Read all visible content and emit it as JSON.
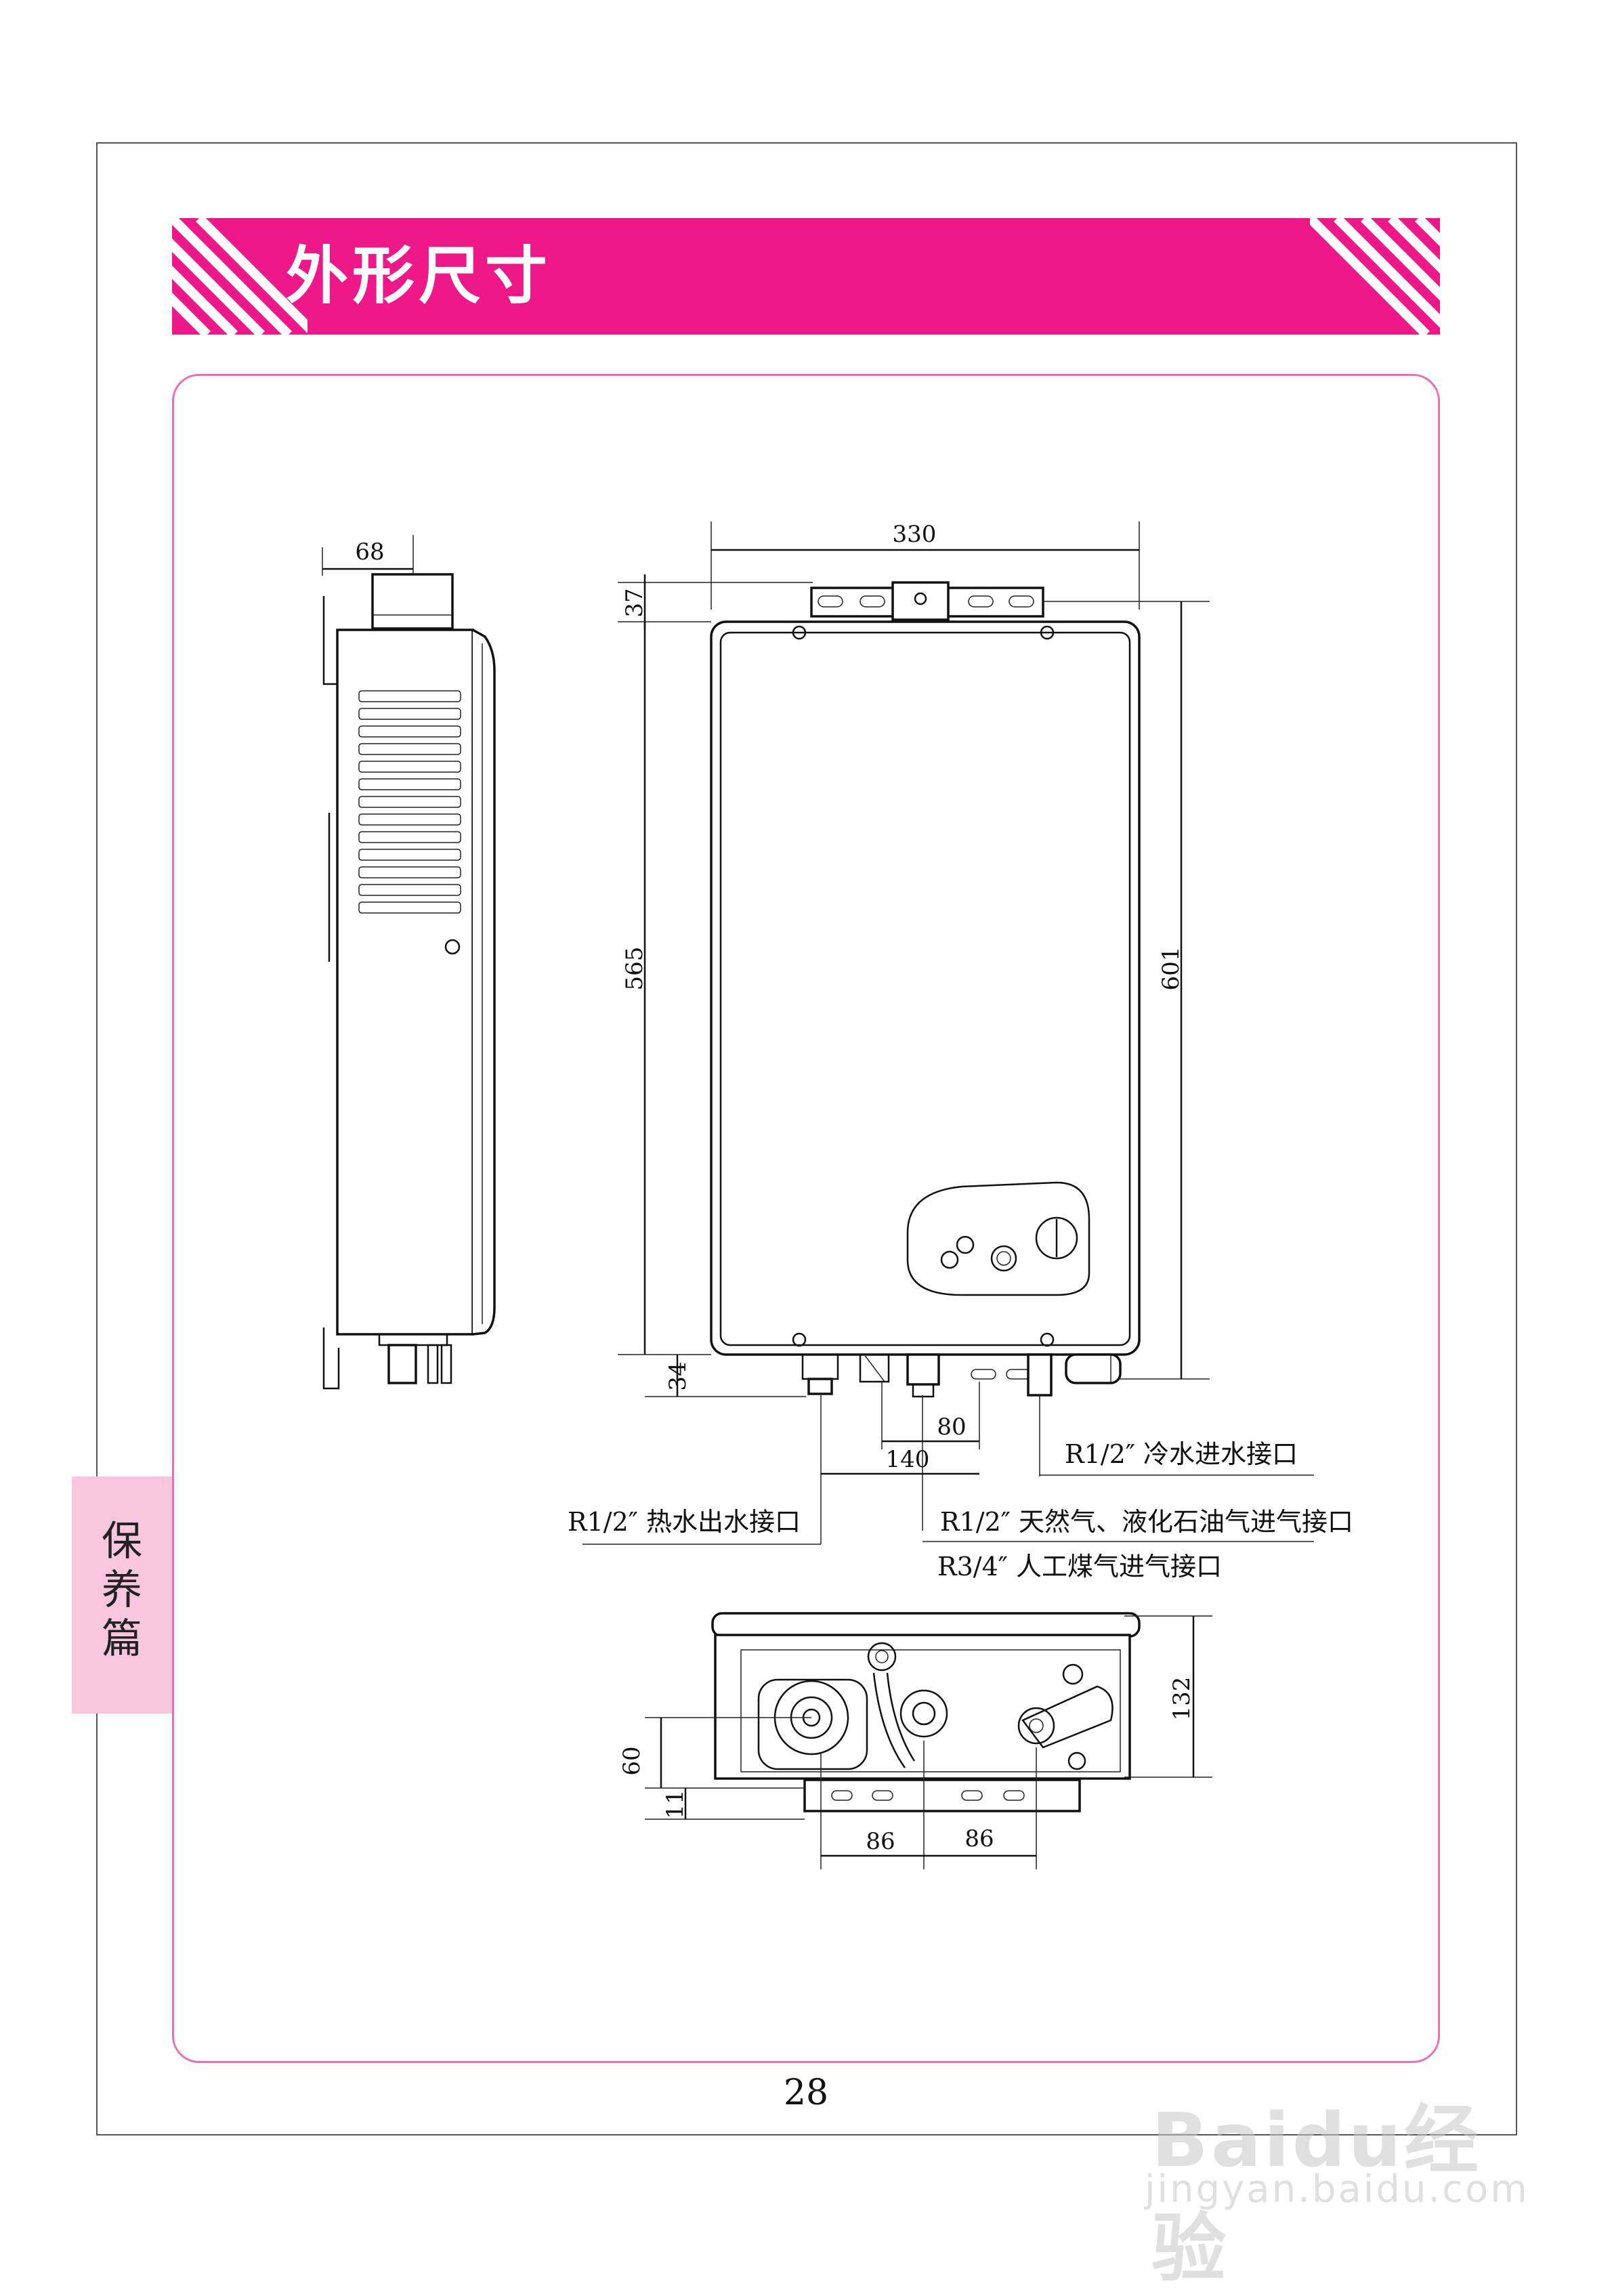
{
  "header": {
    "title": "外形尺寸"
  },
  "side_tab": {
    "label": "保\n养\n篇"
  },
  "page": {
    "number": "28"
  },
  "watermark": {
    "brand": "Baidu经验",
    "url": "jingyan.baidu.com"
  },
  "dimensions": {
    "side_depth": "68",
    "front_width": "330",
    "top_offset": "37",
    "body_height": "565",
    "total_height": "601",
    "bottom_offset": "34",
    "pipe_spacing_a": "80",
    "pipe_spacing_b": "140",
    "bottom_depth": "132",
    "bottom_offset_60": "60",
    "bottom_offset_11": "11",
    "bottom_span_left": "86",
    "bottom_span_right": "86"
  },
  "labels": {
    "cold_water": "R1/2″ 冷水进水接口",
    "hot_water": "R1/2″ 热水出水接口",
    "gas_natural": "R1/2″ 天然气、液化石油气进气接口",
    "gas_artificial": "R3/4″ 人工煤气进气接口"
  },
  "colors": {
    "accent": "#ee1889",
    "tab": "#f9c6df",
    "frame": "#e870b0"
  }
}
